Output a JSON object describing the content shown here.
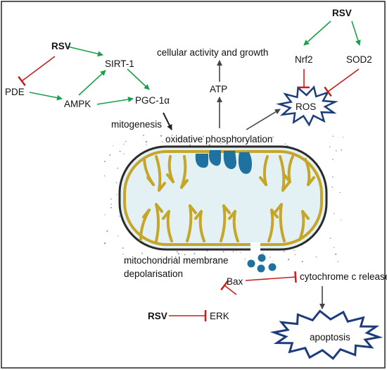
{
  "labels": {
    "rsv": "RSV",
    "pde": "PDE",
    "ampk": "AMPK",
    "sirt1": "SIRT-1",
    "pgc1a": "PGC-1α",
    "mitogenesis": "mitogenesis",
    "cellular_activity": "cellular  activity and growth",
    "atp": "ATP",
    "oxphos": "oxidative phosphorylation",
    "nrf2": "Nrf2",
    "sod2": "SOD2",
    "ros": "ROS",
    "membrane_line1": "mitochondrial membrane",
    "membrane_line2": "depolarisation",
    "bax": "Bax",
    "cytochrome": "cytochrome c release",
    "erk": "ERK",
    "apoptosis": "apoptosis"
  },
  "colors": {
    "activation": "#19a04a",
    "inhibition": "#c81e1e",
    "neutral": "#333333",
    "outline": "#222222",
    "mito_fill": "#e3f1f4",
    "cristae": "#c6a628",
    "blue": "#1f72a0",
    "star_stroke": "#1d3d7a"
  }
}
